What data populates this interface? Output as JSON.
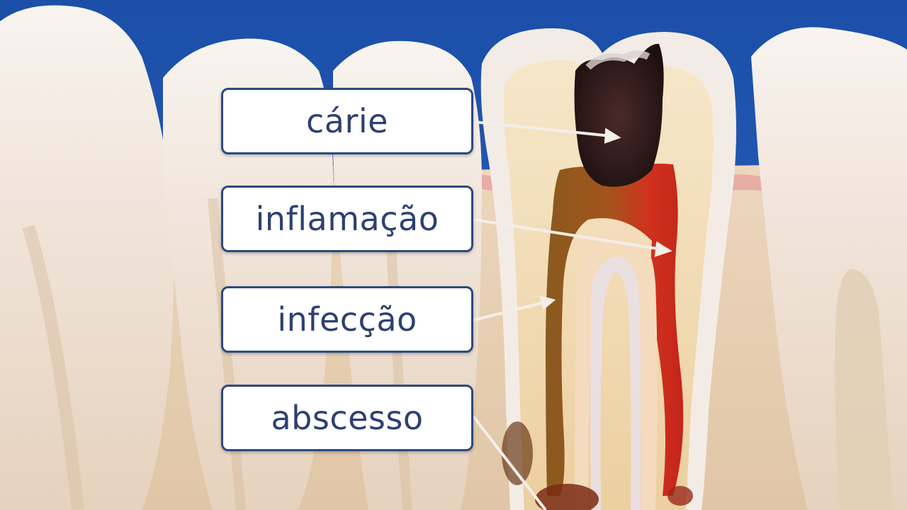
{
  "labels": {
    "carie": "cárie",
    "inflamacao": "inflamação",
    "infeccao": "infecção",
    "abscesso": "abscesso"
  },
  "colors": {
    "background_top": "#1b4fa8",
    "enamel": "#f3ece6",
    "dentin": "#f1dcb4",
    "bone": "#e9d2b6",
    "gum": "#e5a2a0",
    "decay": "#2a1816",
    "inflamed_pulp": "#cc2a1e",
    "infected_pulp": "#8a4a1c",
    "label_border": "#2d4a80",
    "label_text": "#2c4170"
  }
}
